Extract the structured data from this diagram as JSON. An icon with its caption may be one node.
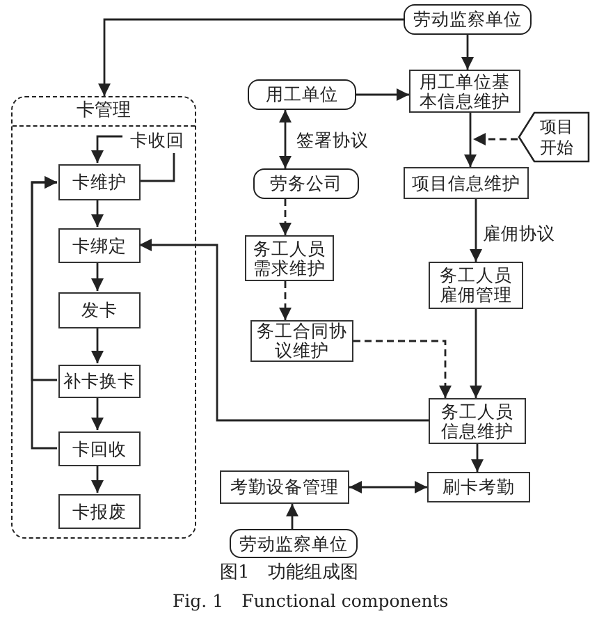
{
  "diagram": {
    "caption": "图1　功能组成图",
    "nodes": [
      {
        "text": [
          "劳动监察单位"
        ]
      },
      {
        "text": [
          "卡管理"
        ]
      },
      {
        "text": [
          "卡收回"
        ],
        "in": 1
      },
      {
        "text": [
          "卡维护"
        ],
        "in": 1
      },
      {
        "text": [
          "卡绑定"
        ],
        "in": 1
      },
      {
        "text": [
          "发卡"
        ],
        "in": 1
      },
      {
        "text": [
          "补卡换卡"
        ],
        "in": 1
      },
      {
        "text": [
          "卡回收"
        ],
        "in": 1
      },
      {
        "text": [
          "卡报废"
        ],
        "in": 1
      },
      {
        "text": [
          "用工单位"
        ]
      },
      {
        "text": [
          "用工单位基本信息维护"
        ]
      },
      {
        "text": [
          "项目开始"
        ]
      },
      {
        "text": [
          "项目信息维护"
        ]
      },
      {
        "text": [
          "劳务公司"
        ]
      },
      {
        "text": [
          "务工人员需求维护"
        ]
      },
      {
        "text": [
          "务工合同协议维护"
        ]
      },
      {
        "text": [
          "务工人员雇佣管理"
        ]
      },
      {
        "text": [
          "务工人员信息维护"
        ]
      },
      {
        "text": [
          "刷卡考勤"
        ]
      },
      {
        "text": [
          "考勤设备管理"
        ]
      },
      {
        "text": [
          "劳动监察单位"
        ]
      }
    ],
    "edges": [
      {
        "from": 0,
        "to": 1,
        "arrow": "to"
      },
      {
        "from": 0,
        "to": 10,
        "arrow": "to"
      },
      {
        "from": 9,
        "to": 10,
        "arrow": "to"
      },
      {
        "from": 9,
        "to": 13,
        "arrow": "both",
        "label": "签署协议"
      },
      {
        "from": 13,
        "to": 14,
        "arrow": "to",
        "style": "dashed"
      },
      {
        "from": 14,
        "to": 15,
        "arrow": "to",
        "style": "dashed"
      },
      {
        "from": 10,
        "to": 12,
        "arrow": "to"
      },
      {
        "from": 11,
        "to": 12,
        "arrow": "to",
        "style": "dashed"
      },
      {
        "from": 12,
        "to": 16,
        "arrow": "to",
        "label": "雇佣协议"
      },
      {
        "from": 16,
        "to": 17,
        "arrow": "to"
      },
      {
        "from": 15,
        "to": 17,
        "arrow": "to",
        "style": "dashed"
      },
      {
        "from": 17,
        "to": 4,
        "arrow": "to"
      },
      {
        "from": 17,
        "to": 18,
        "arrow": "to"
      },
      {
        "from": 19,
        "to": 18,
        "arrow": "both"
      },
      {
        "from": 20,
        "to": 19,
        "arrow": "to"
      },
      {
        "from": 3,
        "to": 2,
        "arrow": "none"
      },
      {
        "from": 2,
        "to": 3,
        "arrow": "to"
      },
      {
        "from": 3,
        "to": 4,
        "arrow": "to"
      },
      {
        "from": 4,
        "to": 5,
        "arrow": "to"
      },
      {
        "from": 5,
        "to": 6,
        "arrow": "to"
      },
      {
        "from": 6,
        "to": 7,
        "arrow": "to"
      },
      {
        "from": 7,
        "to": 8,
        "arrow": "to"
      },
      {
        "from": 6,
        "to": 3,
        "arrow": "to"
      },
      {
        "from": 7,
        "to": 3,
        "arrow": "to"
      }
    ],
    "labels": [
      "Fig. 1　Functional components"
    ]
  }
}
